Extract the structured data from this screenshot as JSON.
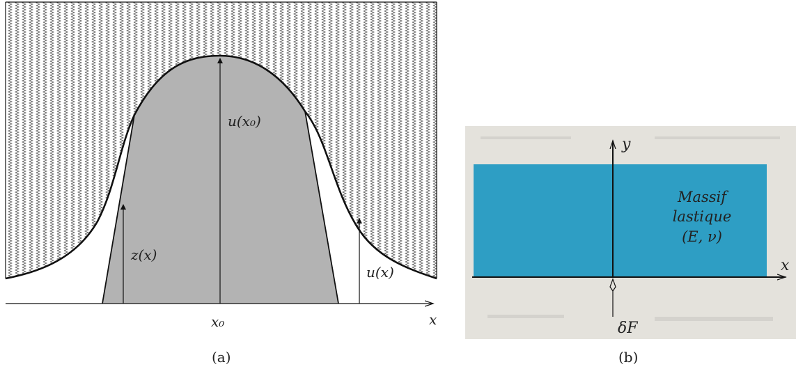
{
  "panel_a": {
    "labels": {
      "u_x0": "u(x₀)",
      "z_x": "z(x)",
      "u_x": "u(x)",
      "x0": "x₀",
      "x_axis": "x"
    },
    "caption": "(a)"
  },
  "panel_b": {
    "labels": {
      "y_axis": "y",
      "x_axis": "x",
      "massif_line1": "Massif",
      "massif_line2": "lastique",
      "massif_line3": "(E, ν)",
      "force": "δF"
    },
    "caption": "(b)",
    "colors": {
      "paper": "#e4e2dc",
      "body": "#2e9ec4"
    }
  },
  "colors": {
    "punch_fill": "#b3b3b3",
    "line": "#111111"
  }
}
